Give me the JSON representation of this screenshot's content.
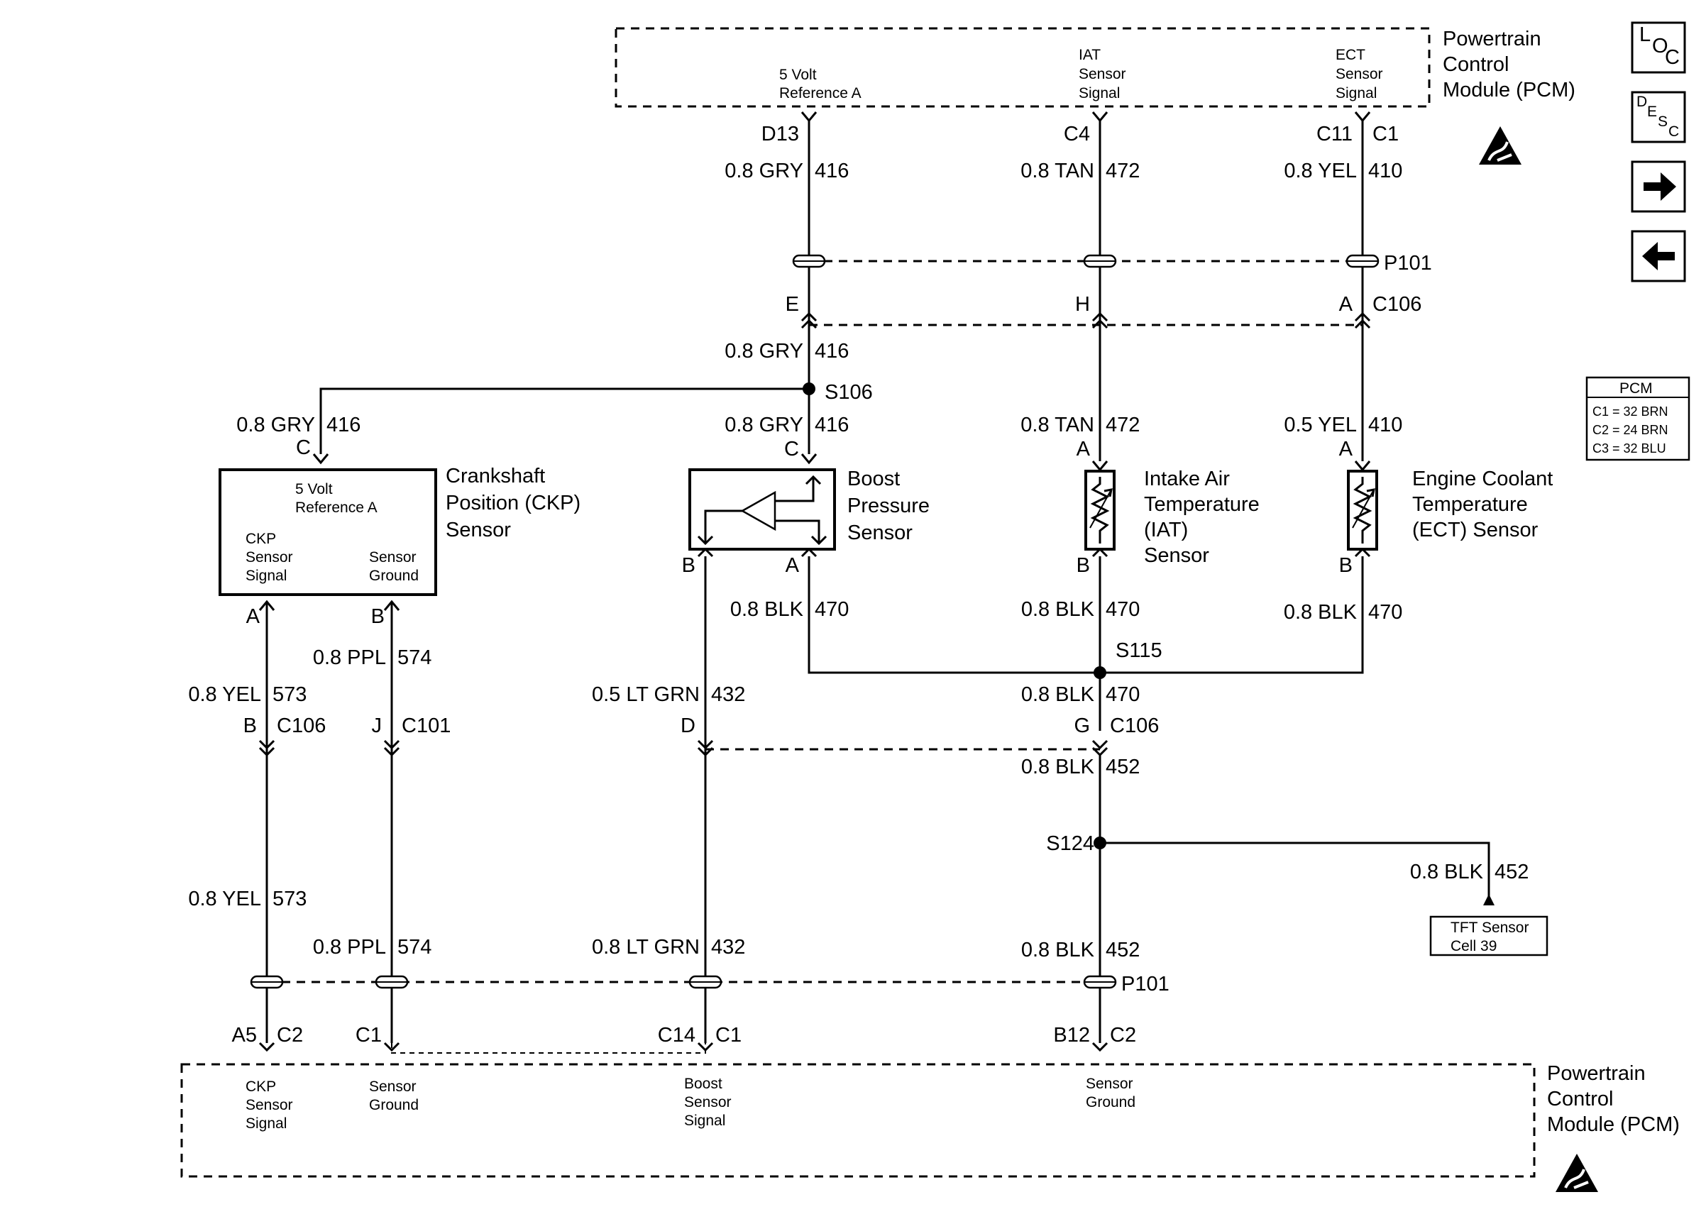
{
  "pcm_top": {
    "title_lines": [
      "Powertrain",
      "Control",
      "Module (PCM)"
    ],
    "ref_lines": [
      "5 Volt",
      "Reference A"
    ],
    "iat_lines": [
      "IAT",
      "Sensor",
      "Signal"
    ],
    "ect_lines": [
      "ECT",
      "Sensor",
      "Signal"
    ]
  },
  "pcm_bottom": {
    "title_lines": [
      "Powertrain",
      "Control",
      "Module (PCM)"
    ],
    "ckp_lines": [
      "CKP",
      "Sensor",
      "Signal"
    ],
    "sg1_lines": [
      "Sensor",
      "Ground"
    ],
    "boost_lines": [
      "Boost",
      "Sensor",
      "Signal"
    ],
    "sg2_lines": [
      "Sensor",
      "Ground"
    ]
  },
  "nav": {
    "loc": [
      "L",
      "O",
      "C"
    ],
    "desc": [
      "D",
      "E",
      "S",
      "C"
    ]
  },
  "pcm_legend": {
    "title": "PCM",
    "rows": [
      "C1 = 32 BRN",
      "C2 = 24 BRN",
      "C3 = 32 BLU"
    ]
  },
  "components": {
    "ckp_name": [
      "Crankshaft",
      "Position (CKP)",
      "Sensor"
    ],
    "ckp_inner": [
      "5 Volt",
      "Reference A",
      "CKP",
      "Sensor",
      "Signal",
      "Sensor",
      "Ground"
    ],
    "boost_name": [
      "Boost",
      "Pressure",
      "Sensor"
    ],
    "iat_name": [
      "Intake Air",
      "Temperature",
      "(IAT)",
      "Sensor"
    ],
    "ect_name": [
      "Engine Coolant",
      "Temperature",
      "(ECT) Sensor"
    ],
    "tft": [
      "TFT Sensor",
      "Cell 39"
    ]
  },
  "wires": {
    "gry": "0.8 GRY",
    "c416": "416",
    "tan": "0.8 TAN",
    "c472": "472",
    "yel": "0.8 YEL",
    "c410": "410",
    "yel05": "0.5 YEL",
    "blk": "0.8 BLK",
    "c470": "470",
    "c452": "452",
    "ppl": "0.8 PPL",
    "c574": "574",
    "c573": "573",
    "ltgrn05": "0.5 LT GRN",
    "ltgrn08": "0.8 LT GRN",
    "c432": "432"
  },
  "pins": {
    "D13": "D13",
    "C4": "C4",
    "C11": "C11",
    "C1": "C1",
    "E": "E",
    "H": "H",
    "A": "A",
    "C106": "C106",
    "P101": "P101",
    "S106": "S106",
    "S115": "S115",
    "S124": "S124",
    "C": "C",
    "B": "B",
    "J": "J",
    "C101": "C101",
    "D": "D",
    "G": "G",
    "A5": "A5",
    "C2": "C2",
    "C14": "C14",
    "B12": "B12"
  }
}
